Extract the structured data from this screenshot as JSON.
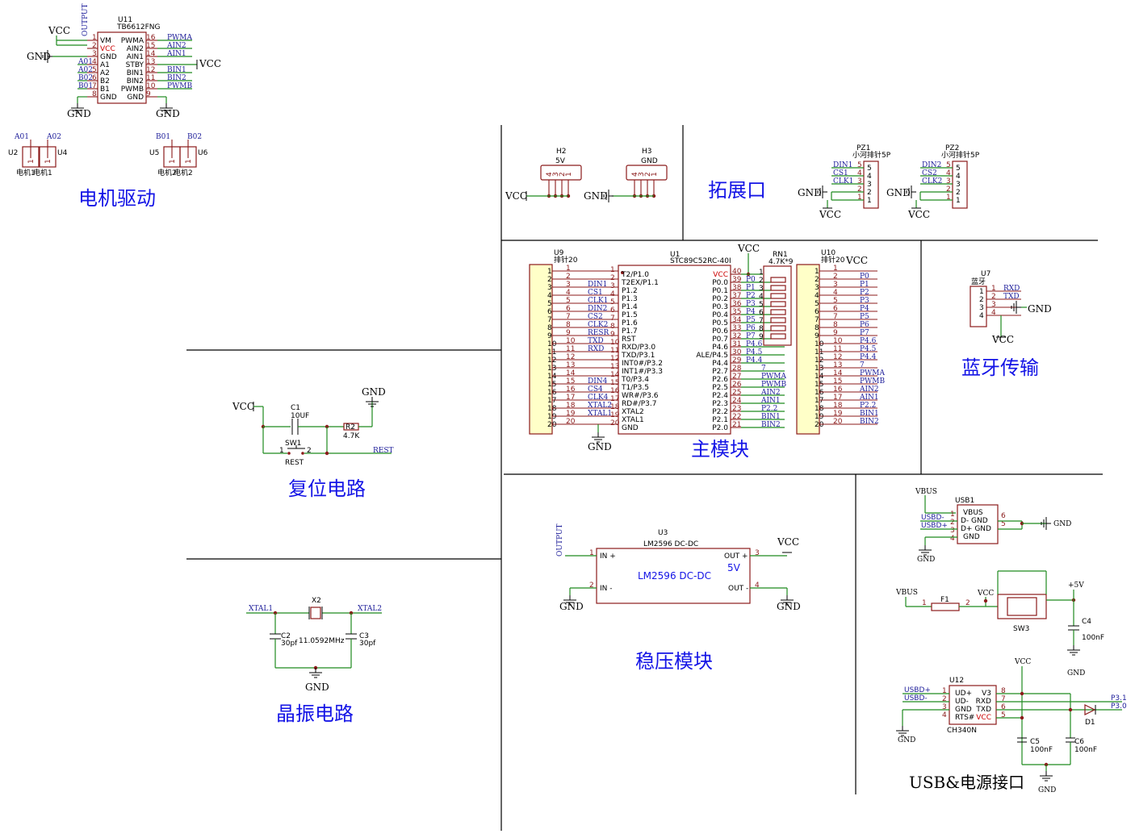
{
  "sections": {
    "motor": "电机驱动",
    "expand": "拓展口",
    "main": "主模块",
    "bt": "蓝牙传输",
    "reset": "复位电路",
    "xtal": "晶振电路",
    "regulator": "稳压模块",
    "usb": "USB&电源接口"
  },
  "power": {
    "vcc": "VCC",
    "gnd": "GND",
    "v5": "+5V",
    "vbus": "VBUS"
  },
  "tb6612": {
    "ref": "U11",
    "part": "TB6612FNG",
    "output": "OUTPUT",
    "left_pins": [
      {
        "n": "1",
        "name": "VM",
        "net": ""
      },
      {
        "n": "2",
        "name": "VCC",
        "net": ""
      },
      {
        "n": "3",
        "name": "GND",
        "net": ""
      },
      {
        "n": "4",
        "name": "A1",
        "net": "A01"
      },
      {
        "n": "5",
        "name": "A2",
        "net": "A02"
      },
      {
        "n": "6",
        "name": "B2",
        "net": "B02"
      },
      {
        "n": "7",
        "name": "B1",
        "net": "B01"
      },
      {
        "n": "8",
        "name": "GND",
        "net": ""
      }
    ],
    "right_pins": [
      {
        "n": "16",
        "name": "PWMA",
        "net": "PWMA"
      },
      {
        "n": "15",
        "name": "AIN2",
        "net": "AIN2"
      },
      {
        "n": "14",
        "name": "AIN1",
        "net": "AIN1"
      },
      {
        "n": "13",
        "name": "STBY",
        "net": ""
      },
      {
        "n": "12",
        "name": "BIN1",
        "net": "BIN1"
      },
      {
        "n": "11",
        "name": "BIN2",
        "net": "BIN2"
      },
      {
        "n": "10",
        "name": "PWMB",
        "net": "PWMB"
      },
      {
        "n": "9",
        "name": "GND",
        "net": ""
      }
    ]
  },
  "motors": [
    {
      "ref": "U2",
      "net": "A01",
      "label": "电机1"
    },
    {
      "ref": "U4",
      "net": "A02",
      "label": "电机1"
    },
    {
      "ref": "U5",
      "net": "B01",
      "label": "电机2"
    },
    {
      "ref": "U6",
      "net": "B02",
      "label": "电机2"
    }
  ],
  "headers_small": [
    {
      "ref": "H2",
      "value": "5V",
      "power": "VCC"
    },
    {
      "ref": "H3",
      "value": "GND",
      "power": "GND"
    }
  ],
  "pz": [
    {
      "ref": "PZ1",
      "value": "小河排针5P",
      "nets": [
        "DIN1",
        "CS1",
        "CLK1",
        "",
        ""
      ]
    },
    {
      "ref": "PZ2",
      "value": "小河排针5P",
      "nets": [
        "DIN2",
        "CS2",
        "CLK2",
        "",
        ""
      ]
    }
  ],
  "u9": {
    "ref": "U9",
    "value": "排针20",
    "nets": [
      "",
      "",
      "DIN1",
      "CS1",
      "CLK1",
      "DIN2",
      "CS2",
      "CLK2",
      "RESR",
      "TXD",
      "RXD",
      "",
      "",
      "",
      "DIN4",
      "CS4",
      "CLK4",
      "XTAL2",
      "XTAL1",
      ""
    ]
  },
  "mcu": {
    "ref": "U1",
    "part": "STC89C52RC-40I",
    "left": [
      "T2/P1.0",
      "T2EX/P1.1",
      "P1.2",
      "P1.3",
      "P1.4",
      "P1.5",
      "P1.6",
      "P1.7",
      "RST",
      "RXD/P3.0",
      "TXD/P3.1",
      "INT0#/P3.2",
      "INT1#/P3.3",
      "T0/P3.4",
      "T1/P3.5",
      "WR#/P3.6",
      "RD#/P3.7",
      "XTAL2",
      "XTAL1",
      "GND"
    ],
    "right": [
      "VCC",
      "P0.0",
      "P0.1",
      "P0.2",
      "P0.3",
      "P0.4",
      "P0.5",
      "P0.6",
      "P0.7",
      "P4.6",
      "ALE/P4.5",
      "P4.4",
      "P2.7",
      "P2.6",
      "P2.5",
      "P2.4",
      "P2.3",
      "P2.2",
      "P2.1",
      "P2.0"
    ],
    "right_nums": [
      "40",
      "39",
      "38",
      "37",
      "36",
      "35",
      "34",
      "33",
      "32",
      "31",
      "30",
      "29",
      "28",
      "27",
      "26",
      "25",
      "24",
      "23",
      "22",
      "21"
    ],
    "right_nets": [
      "",
      "P0",
      "P1",
      "P2",
      "P3",
      "P4",
      "P5",
      "P6",
      "P7",
      "P4.6",
      "P4.5",
      "P4.4",
      "7",
      "PWMA",
      "PWMB",
      "AIN2",
      "AIN1",
      "P2.2",
      "BIN1",
      "BIN2"
    ]
  },
  "rn1": {
    "ref": "RN1",
    "value": "4.7K*9"
  },
  "u10": {
    "ref": "U10",
    "value": "排针20",
    "nets": [
      "",
      "P0",
      "P1",
      "P2",
      "P3",
      "P4",
      "P5",
      "P6",
      "P7",
      "P4.6",
      "P4.5",
      "P4.4",
      "7",
      "PWMA",
      "PWMB",
      "AIN2",
      "AIN1",
      "P2.2",
      "BIN1",
      "BIN2"
    ]
  },
  "bt": {
    "ref": "U7",
    "value": "蓝牙",
    "nets": [
      "RXD",
      "TXD",
      "",
      ""
    ]
  },
  "reset": {
    "c_ref": "C1",
    "c_val": "10UF",
    "r_ref": "R2",
    "r_val": "4.7K",
    "sw_ref": "SW1",
    "sw_val": "REST",
    "net": "REST"
  },
  "xtal": {
    "ref": "X2",
    "value": "11.0592MHz",
    "c2": "C2",
    "c2v": "30pf",
    "c3": "C3",
    "c3v": "30pf",
    "n1": "XTAL1",
    "n2": "XTAL2"
  },
  "lm": {
    "ref": "U3",
    "part": "LM2596 DC-DC",
    "inner": "LM2596 DC-DC",
    "v": "5V",
    "in_p": "IN +",
    "in_n": "IN -",
    "out_p": "OUT +",
    "out_n": "OUT -",
    "output": "OUTPUT"
  },
  "usb1": {
    "ref": "USB1",
    "pins": [
      "VBUS",
      "D-",
      "D+",
      "GND",
      "GND",
      "GND"
    ],
    "nets": [
      "USBD-",
      "USBD+"
    ]
  },
  "fuse": {
    "ref": "F1",
    "sw": "SW3",
    "c4": "C4",
    "c4v": "100nF"
  },
  "ch340": {
    "ref": "U12",
    "part": "CH340N",
    "left": [
      "UD+",
      "UD-",
      "GND",
      "RTS#"
    ],
    "right": [
      "V3",
      "RXD",
      "TXD",
      "VCC"
    ],
    "lnets": [
      "USBD+",
      "USBD-"
    ],
    "rnets": [
      "P3.1",
      "P3.0"
    ],
    "d1": "D1",
    "c5": "C5",
    "c5v": "100nF",
    "c6": "C6",
    "c6v": "100nF"
  }
}
